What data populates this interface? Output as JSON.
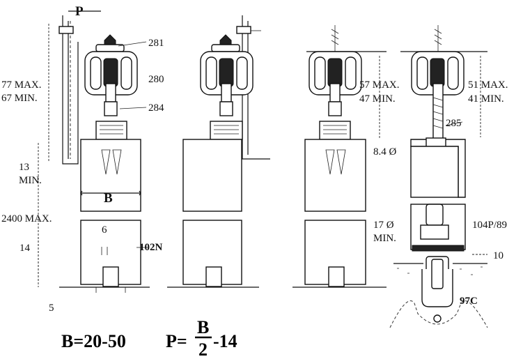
{
  "labels": {
    "p_top": "P",
    "part_281": "281",
    "part_280": "280",
    "part_284": "284",
    "max77": "77 MAX.",
    "min67": "67 MIN.",
    "min13_num": "13",
    "min13_word": "MIN.",
    "b_width": "B",
    "max2400": "2400 MAX.",
    "dim6": "6",
    "part_102n": "102N",
    "dim14": "14",
    "dim5": "5",
    "max57": "57 MAX.",
    "min47": "47 MIN.",
    "max51": "51 MAX.",
    "min41": "41 MIN.",
    "part_285": "285",
    "dia84": "8.4 Ø",
    "dia17": "17 Ø",
    "dia17_min": "MIN.",
    "code104": "104P/89",
    "dim10": "10",
    "part_97c": "97C"
  },
  "formula": {
    "left": "B=20-50",
    "p_eq": "P=",
    "numerator": "B",
    "denominator": "2",
    "suffix": "-14"
  }
}
